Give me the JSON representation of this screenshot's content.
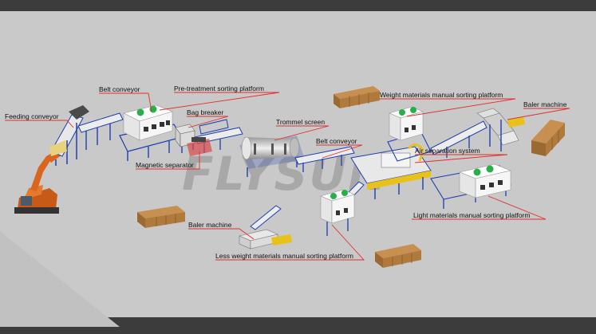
{
  "diagram": {
    "watermark": "FLYSUN",
    "labels": {
      "feeding_conveyor": "Feeding conveyor",
      "belt_conveyor_1": "Belt conveyor",
      "pretreatment_platform": "Pre-treatment sorting platform",
      "bag_breaker": "Bag breaker",
      "magnetic_separator": "Magnetic separator",
      "trommel_screen": "Trommel screen",
      "belt_conveyor_2": "Belt conveyor",
      "weight_platform": "Weight materials manual sorting platform",
      "baler_machine_1": "Baler machine",
      "air_separation": "Air separation system",
      "light_platform": "Light materials manual sorting platform",
      "baler_machine_2": "Baler machine",
      "less_weight_platform": "Less weight materials manual sorting platform"
    },
    "colors": {
      "floor": "#c9c9c9",
      "frame": "#1f3fb0",
      "excavator": "#d9661f",
      "bale": "#b07a3c",
      "cabin": "#f2f2f2",
      "fan": "#27b04a",
      "leader": "#e0302a",
      "accent_yellow": "#e8c21a"
    }
  }
}
